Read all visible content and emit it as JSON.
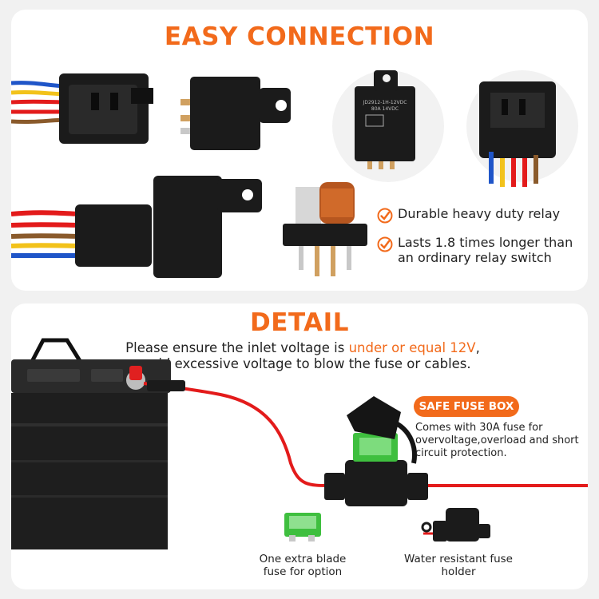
{
  "top_section": {
    "heading": "EASY CONNECTION",
    "features": [
      {
        "text": "Durable heavy duty relay"
      },
      {
        "text": "Lasts 1.8 times longer than an ordinary relay switch"
      }
    ],
    "relay_label": {
      "line1": "JD2912-1H-12VDC",
      "line2": "80A  14VDC"
    }
  },
  "bottom_section": {
    "heading": "DETAIL",
    "notice": {
      "part1": "Please ensure the inlet voltage is ",
      "highlight": "under or equal 12V",
      "part2": ", avoid excessive voltage to blow the fuse or cables."
    },
    "fuse_box": {
      "badge": "SAFE FUSE BOX",
      "description": "Comes with 30A fuse for overvoltage,overload and short circuit protection."
    },
    "captions": {
      "blade": "One extra blade fuse for option",
      "holder": "Water resistant fuse holder"
    }
  },
  "colors": {
    "accent": "#f26a1b",
    "wire_red": "#e31b1b",
    "fuse_green": "#3fbf3f",
    "relay_black": "#1b1b1b"
  }
}
